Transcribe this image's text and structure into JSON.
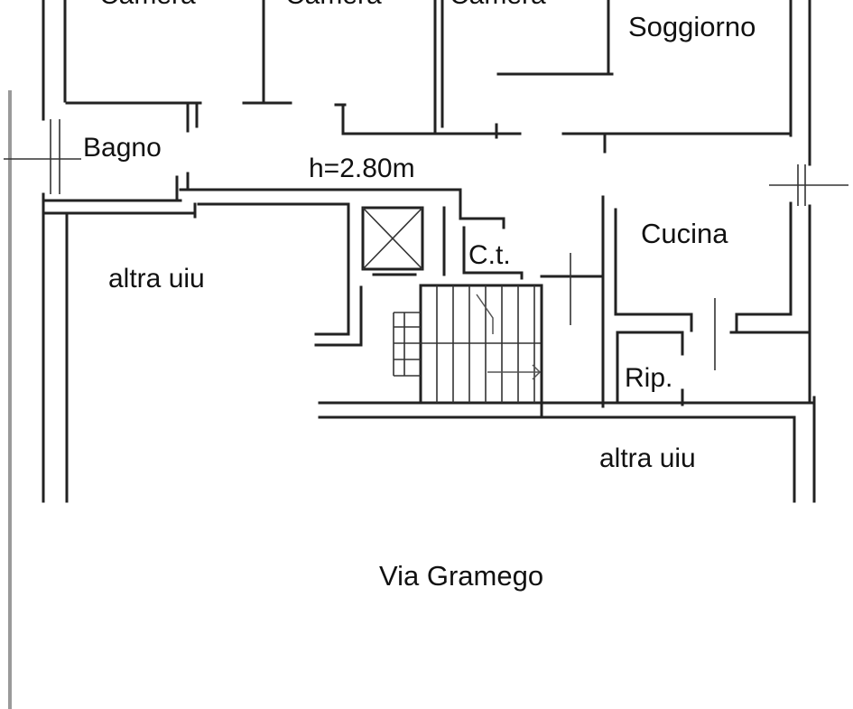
{
  "rooms": {
    "camera_1": "Camera",
    "camera_2": "Camera",
    "camera_3": "Camera",
    "soggiorno": "Soggiorno",
    "bagno": "Bagno",
    "height_note": "h=2.80m",
    "cucina": "Cucina",
    "centrale_termica": "C.t.",
    "altra_uiu_left": "altra uiu",
    "ripostiglio": "Rip.",
    "altra_uiu_bottom": "altra uiu"
  },
  "street": "Via Gramego"
}
